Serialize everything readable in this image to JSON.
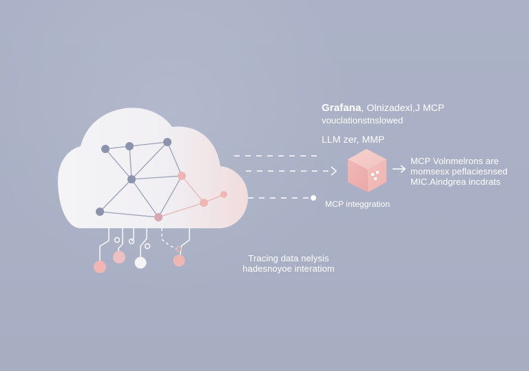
{
  "header": {
    "brand": "Grafana",
    "line1_rest": ", Olnizadexl,J MCP",
    "line2": "vouclationstnslowed",
    "line3": "LLM zer, MMP"
  },
  "right_panel": {
    "line1": "MCP Volnmelrons are",
    "line2": "momsesx peflaciesnsed",
    "line3": "MIC.Aindgrea incdrats"
  },
  "mcp_label": "MCP integgration",
  "tracing": {
    "line1": "Tracing data nelysis",
    "line2": "hadesnoyoe interatiom"
  },
  "colors": {
    "background": "#a8afc4",
    "cloud": "#f5f3f5",
    "node_blue": "#8c93ad",
    "node_pink": "#ebaeb0",
    "cube": "#f2b8b5",
    "white": "#ffffff"
  },
  "icons": {
    "cloud": "cloud-icon",
    "cube": "cube-icon",
    "arrow": "arrow-right-icon"
  }
}
